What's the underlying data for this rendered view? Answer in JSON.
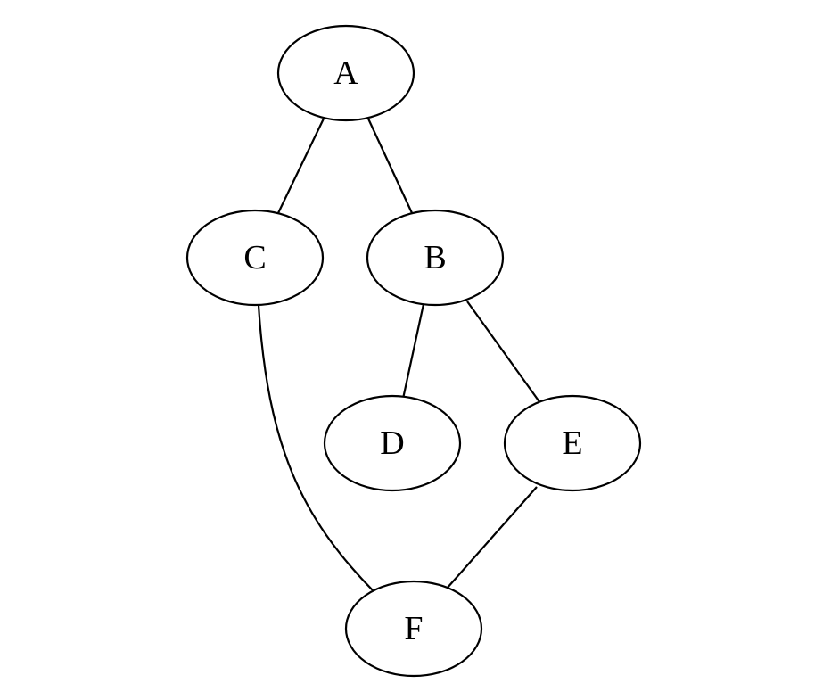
{
  "diagram": {
    "nodes": [
      {
        "id": "A",
        "label": "A"
      },
      {
        "id": "C",
        "label": "C"
      },
      {
        "id": "B",
        "label": "B"
      },
      {
        "id": "D",
        "label": "D"
      },
      {
        "id": "E",
        "label": "E"
      },
      {
        "id": "F",
        "label": "F"
      }
    ],
    "edges": [
      {
        "from": "A",
        "to": "C"
      },
      {
        "from": "A",
        "to": "B"
      },
      {
        "from": "B",
        "to": "D"
      },
      {
        "from": "B",
        "to": "E"
      },
      {
        "from": "C",
        "to": "F"
      },
      {
        "from": "E",
        "to": "F"
      }
    ],
    "colors": {
      "stroke": "#000000",
      "fill": "#ffffff",
      "background": "#ffffff"
    }
  }
}
